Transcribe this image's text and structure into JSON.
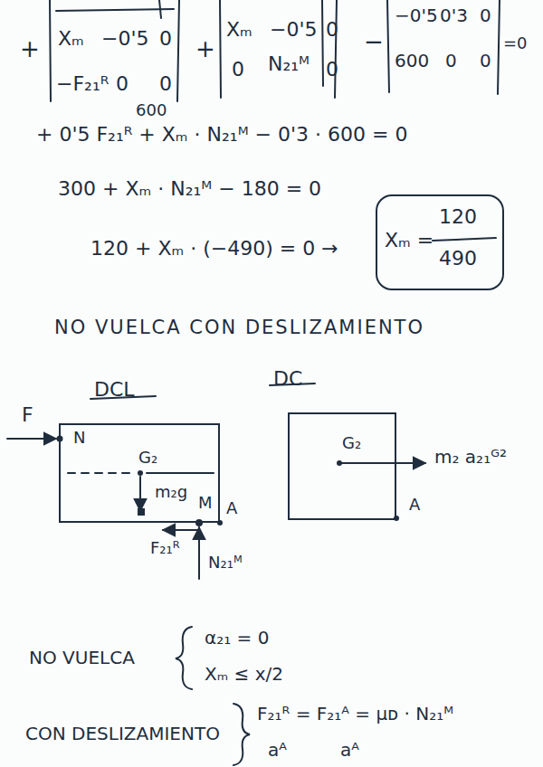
{
  "diagram": {
    "nodes": [
      {
        "text": [
          "Xₘ =",
          "120",
          "490"
        ]
      },
      {
        "text": [
          "DCL",
          "N",
          "G₂",
          "m₂g",
          "M"
        ]
      },
      {
        "text": [
          "DC",
          "G₂"
        ]
      }
    ],
    "labels": [
      "+",
      "Xₘ",
      "−0'5",
      "0",
      "−F₂₁ᴿ",
      "0",
      "0",
      "+",
      "Xₘ",
      "−0'5",
      "0",
      "0",
      "N₂₁ᴹ",
      "0",
      "−",
      "−0'5",
      "0'3",
      "0",
      "600",
      "0",
      "0",
      "=0",
      "600",
      "+ 0'5 F₂₁ᴿ + Xₘ · N₂₁ᴹ − 0'3 · 600 = 0",
      "300 + Xₘ · N₂₁ᴹ − 180 = 0",
      "120 + Xₘ · (−490) = 0 →",
      "NO VUELCA CON DESLIZAMIENTO",
      "F",
      "A",
      "F₂₁ᴿ",
      "N₂₁ᴹ",
      "m₂ a₂₁ᴳ²",
      "A",
      "NO VUELCA",
      "α₂₁ = 0",
      "Xₘ ≤ x/2",
      "CON DESLIZAMIENTO",
      "F₂₁ᴿ = F₂₁ᴬ = μᴅ · N₂₁ᴹ",
      "aᴬ",
      "aᴬ"
    ]
  }
}
